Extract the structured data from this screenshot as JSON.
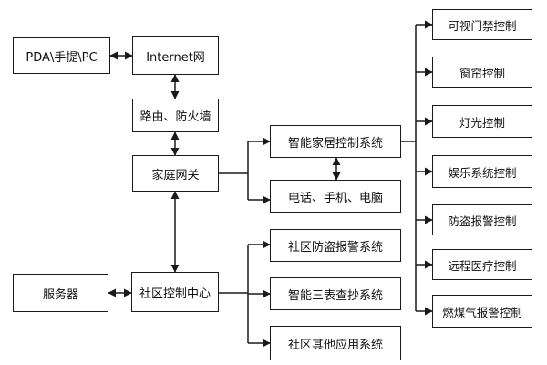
{
  "nodes": {
    "pda": "PDA\\手提\\PC",
    "internet": "Internet网",
    "router": "路由、防火墙",
    "gateway": "家庭网关",
    "smarthome": "智能家居控制系统",
    "phone": "电话、手机、电脑",
    "server": "服务器",
    "community_center": "社区控制中心",
    "security": "社区防盗报警系统",
    "meter": "智能三表查抄系统",
    "other_apps": "社区其他应用系统",
    "door": "可视门禁控制",
    "curtain": "窗帘控制",
    "light": "灯光控制",
    "entertainment": "娱乐系统控制",
    "antitheft": "防盗报警控制",
    "medical": "远程医疗控制",
    "gas": "燃煤气报警控制"
  },
  "colors": {
    "stroke": "#1a1a1a",
    "background": "#ffffff"
  }
}
